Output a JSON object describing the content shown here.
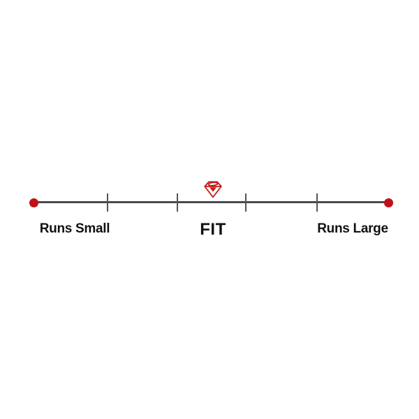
{
  "page": {
    "background_color": "#ffffff"
  },
  "fit_scale": {
    "labels": {
      "left": "Runs Small",
      "center": "FIT",
      "right": "Runs Large"
    },
    "marker": {
      "icon": "gem-icon",
      "position": "center",
      "zone": "FIT"
    },
    "structure": {
      "tick_count": 4,
      "segment_count": 5,
      "endpoint_shape": "circle"
    },
    "colors": {
      "line": "#4a4a4a",
      "tick": "#555555",
      "endpoint_dot": "#c01216",
      "gem_red": "#c2191c",
      "label_text": "#111111"
    }
  }
}
